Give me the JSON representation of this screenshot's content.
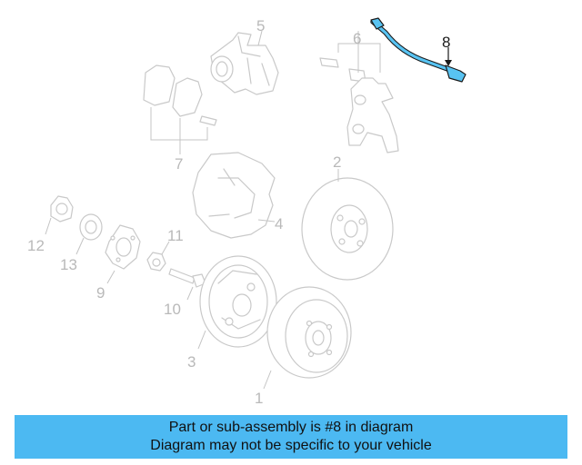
{
  "callouts": {
    "c1": "1",
    "c2": "2",
    "c3": "3",
    "c4": "4",
    "c5": "5",
    "c6": "6",
    "c7": "7",
    "c8": "8",
    "c9": "9",
    "c10": "10",
    "c11": "11",
    "c12": "12",
    "c13": "13"
  },
  "highlight_part": "8",
  "colors": {
    "banner": "#4cb9f2",
    "highlight": "#58c3f2",
    "parts": "#c9c9c9"
  },
  "banner": {
    "line1": "Part or sub-assembly is #8 in diagram",
    "line2": "Diagram may not be specific to your vehicle"
  }
}
